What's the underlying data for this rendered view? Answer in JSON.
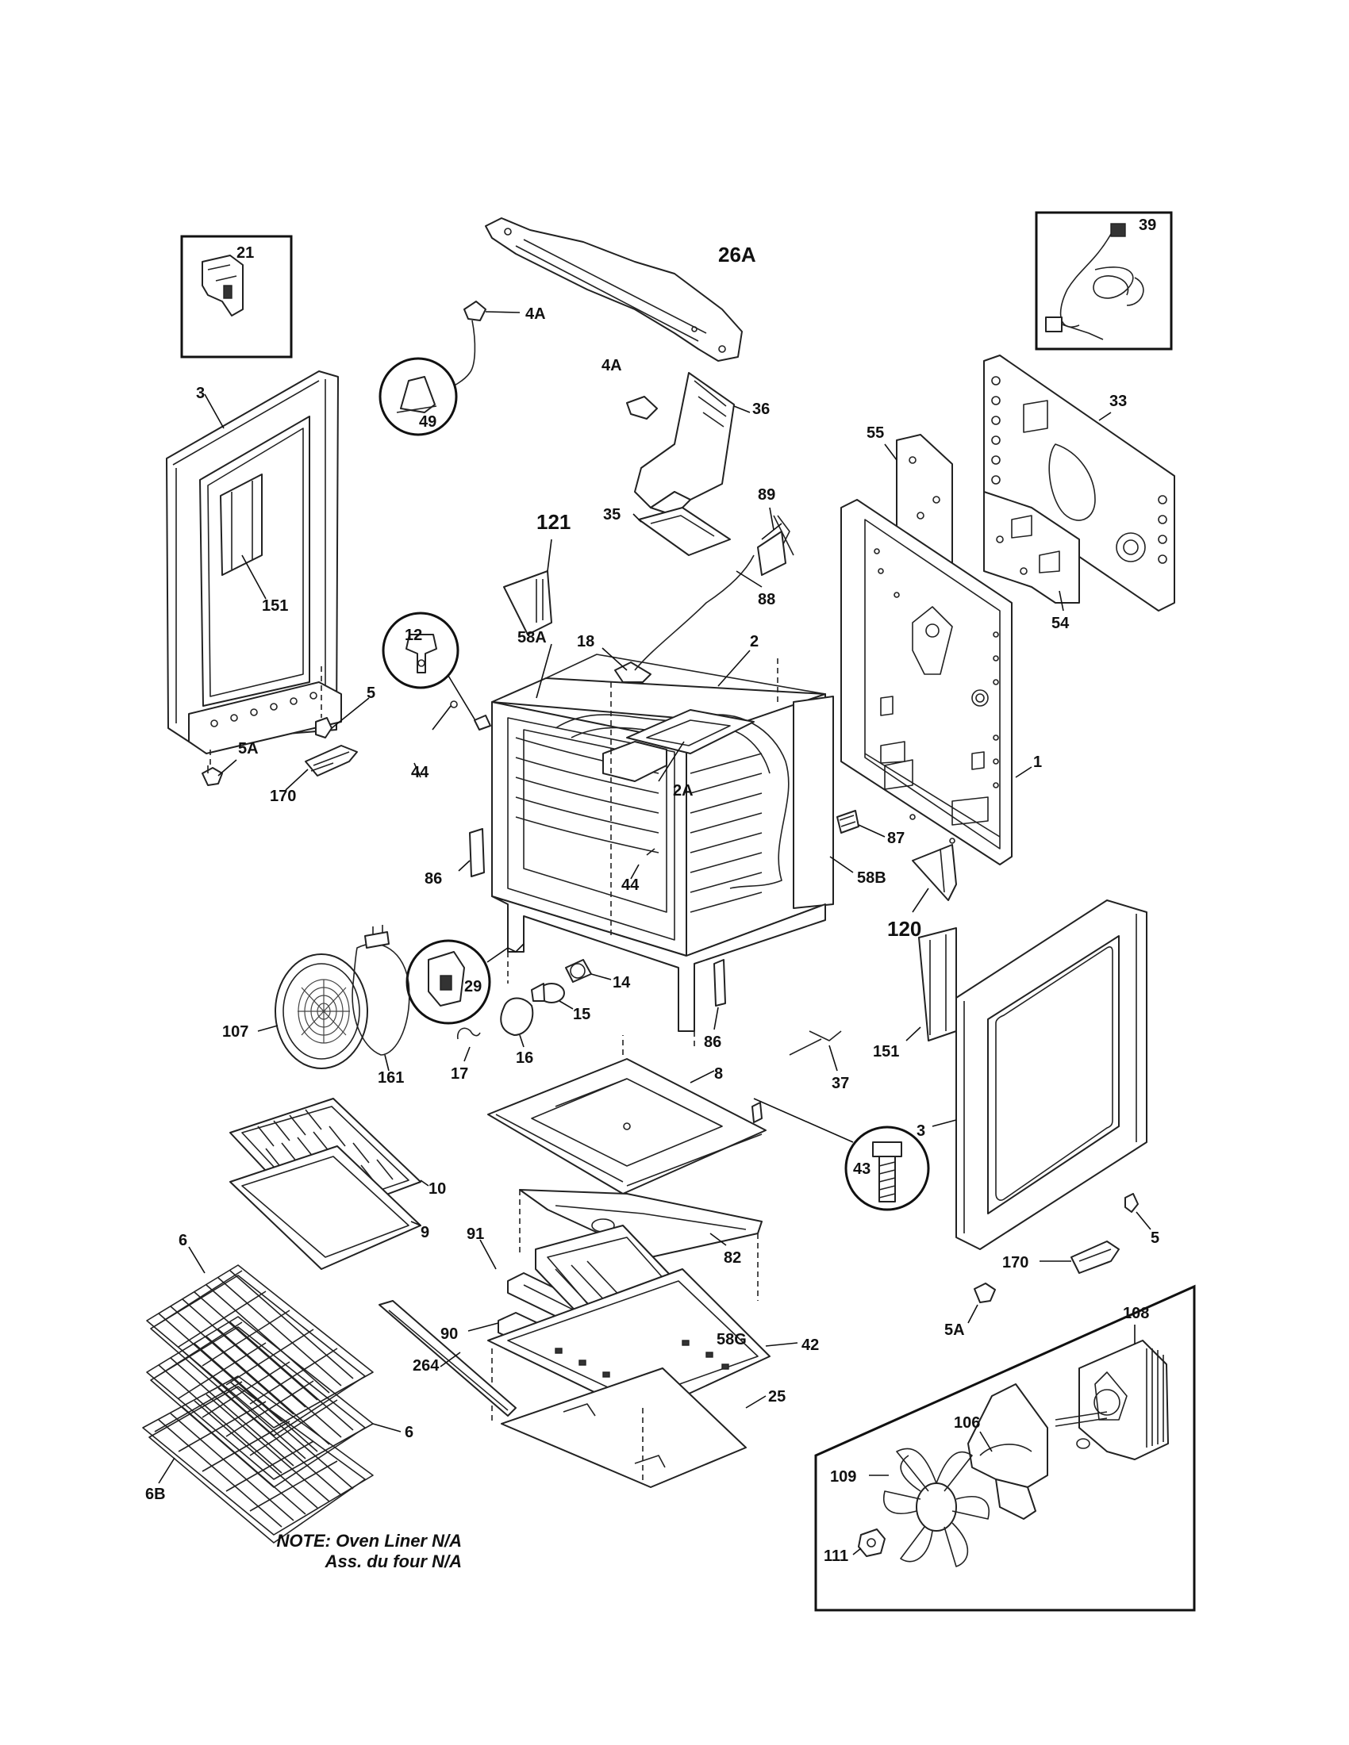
{
  "labels": {
    "p1": "1",
    "p2": "2",
    "p2A": "2A",
    "p3a": "3",
    "p3b": "3",
    "p4Aa": "4A",
    "p4Ab": "4A",
    "p5a": "5",
    "p5b": "5",
    "p5Aa": "5A",
    "p5Ab": "5A",
    "p6a": "6",
    "p6b": "6",
    "p6B": "6B",
    "p8": "8",
    "p9": "9",
    "p10": "10",
    "p12": "12",
    "p14": "14",
    "p15": "15",
    "p16": "16",
    "p17": "17",
    "p18": "18",
    "p21": "21",
    "p25": "25",
    "p26A": "26A",
    "p29": "29",
    "p33": "33",
    "p35": "35",
    "p36": "36",
    "p37": "37",
    "p39": "39",
    "p42": "42",
    "p43": "43",
    "p44a": "44",
    "p44b": "44",
    "p49": "49",
    "p54": "54",
    "p55": "55",
    "p58A": "58A",
    "p58B": "58B",
    "p58G": "58G",
    "p82": "82",
    "p86a": "86",
    "p86b": "86",
    "p87": "87",
    "p88": "88",
    "p89": "89",
    "p90": "90",
    "p91": "91",
    "p106": "106",
    "p107": "107",
    "p108": "108",
    "p109": "109",
    "p111": "111",
    "p120": "120",
    "p121": "121",
    "p151a": "151",
    "p151b": "151",
    "p161": "161",
    "p170a": "170",
    "p170b": "170",
    "p264": "264"
  },
  "note": {
    "line1": "NOTE: Oven Liner N/A",
    "line2": "Ass. du four N/A"
  }
}
